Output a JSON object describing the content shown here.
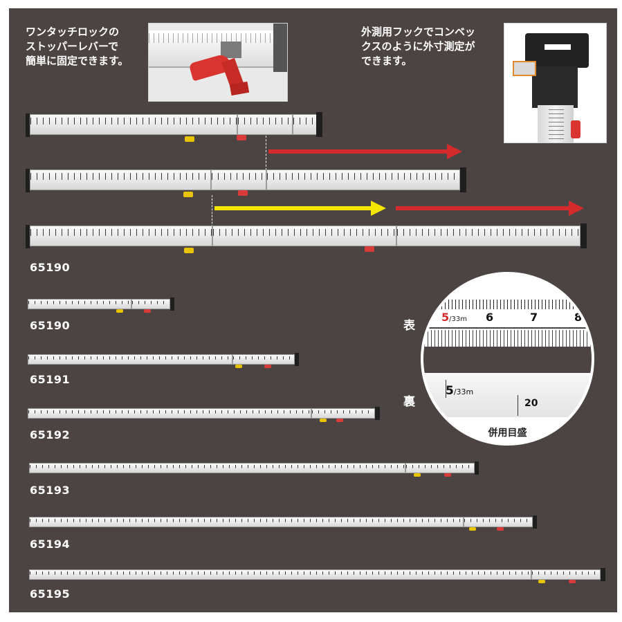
{
  "captions": {
    "lock_lever": [
      "ワンタッチロックの",
      "ストッパーレバーで",
      "簡単に固定できます。"
    ],
    "hook": [
      "外測用フックでコンベッ",
      "クスのように外寸測定が",
      "できます。"
    ]
  },
  "magnifier": {
    "front_label": "表",
    "back_label": "裏",
    "front_scale": [
      "5",
      "6",
      "7",
      "8"
    ],
    "front_unit": "/33m",
    "back_value": "5",
    "back_unit": "/33m",
    "back_mark": "20",
    "caption": "併用目盛"
  },
  "models": {
    "demo": "65190",
    "items": [
      "65190",
      "65191",
      "65192",
      "65193",
      "65194",
      "65195"
    ]
  },
  "colors": {
    "panel": "#4b4442",
    "arrow_red": "#d32b2b",
    "arrow_yellow": "#f4e600",
    "lever_red": "#d93a3a",
    "lever_yellow": "#e8c400"
  }
}
